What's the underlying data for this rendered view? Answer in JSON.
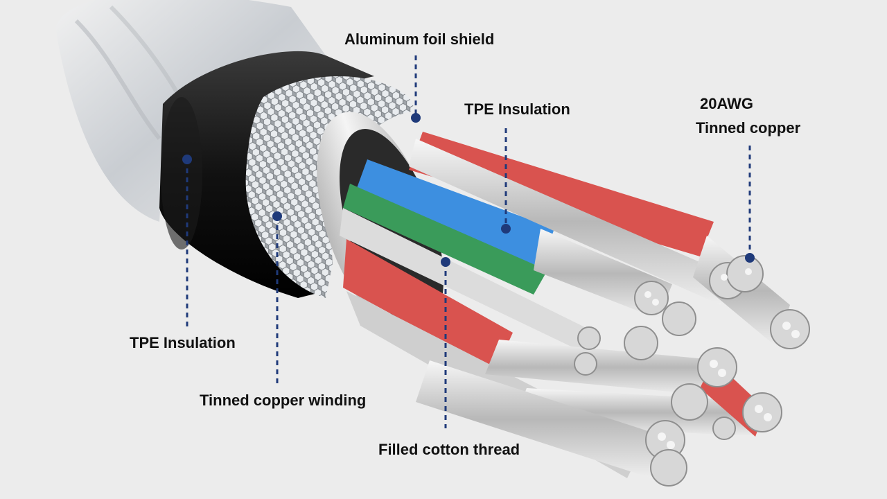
{
  "labels": {
    "aluminum_foil_shield": "Aluminum foil shield",
    "tpe_insulation_inner": "TPE Insulation",
    "awg_rating": "20AWG",
    "tinned_copper": "Tinned copper",
    "tpe_insulation_outer": "TPE Insulation",
    "tinned_copper_winding": "Tinned copper winding",
    "filled_cotton_thread": "Filled cotton thread"
  },
  "colors": {
    "background": "#ececec",
    "leader_line": "#1f3a7a",
    "outer_jacket": "#111111",
    "wire_red": "#d9534f",
    "wire_blue": "#3d8fe0",
    "wire_green": "#3a9b5a",
    "wire_white": "#dcdcdc",
    "copper_strand": "#c7c7c7"
  }
}
